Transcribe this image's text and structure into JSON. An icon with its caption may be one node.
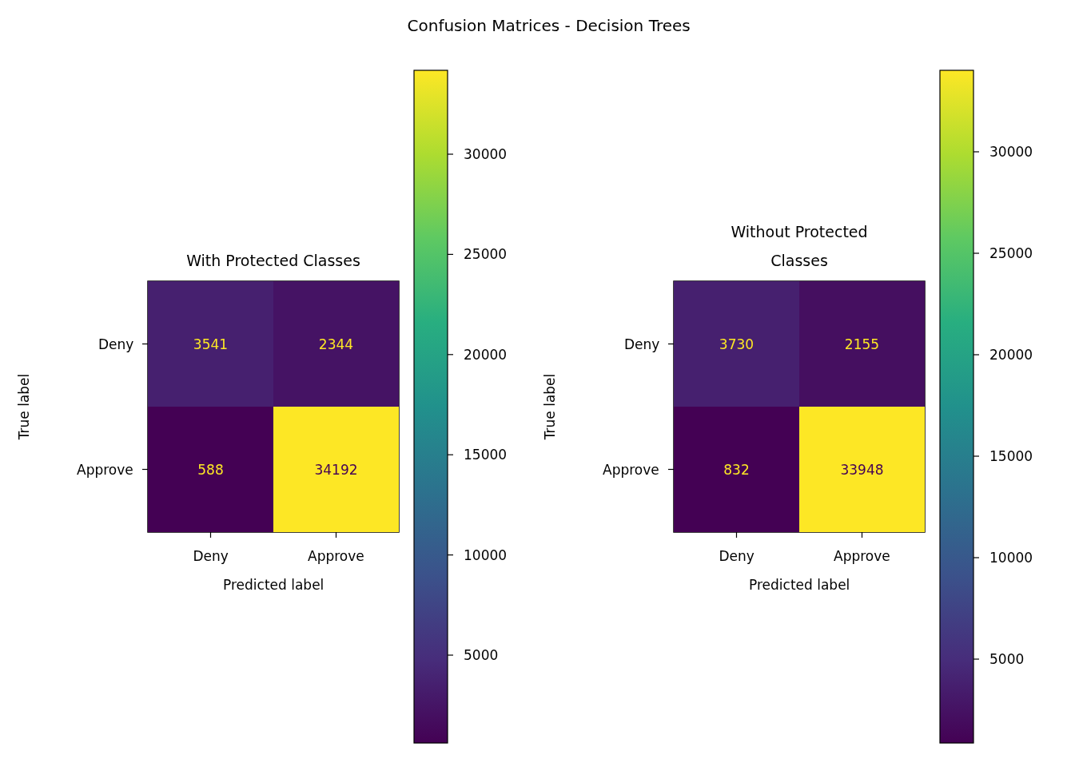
{
  "diagram": {
    "title": "Confusion Matrices - Decision Trees",
    "nodes": [
      {
        "text": [
          "3541"
        ]
      },
      {
        "text": [
          "2344"
        ]
      },
      {
        "text": [
          "588"
        ]
      },
      {
        "text": [
          "34192"
        ]
      },
      {
        "text": [
          "3730"
        ]
      },
      {
        "text": [
          "2155"
        ]
      },
      {
        "text": [
          "832"
        ]
      },
      {
        "text": [
          "33948"
        ]
      }
    ],
    "labels": [
      "With Protected Classes",
      "Without Protected Classes",
      "Deny",
      "Approve",
      "True label",
      "Deny",
      "Approve",
      "Predicted label",
      "30000",
      "25000",
      "20000",
      "15000",
      "10000",
      "5000",
      "Deny",
      "Approve",
      "True label",
      "Deny",
      "Approve",
      "Predicted label",
      "30000",
      "25000",
      "20000",
      "15000",
      "10000",
      "5000"
    ]
  }
}
